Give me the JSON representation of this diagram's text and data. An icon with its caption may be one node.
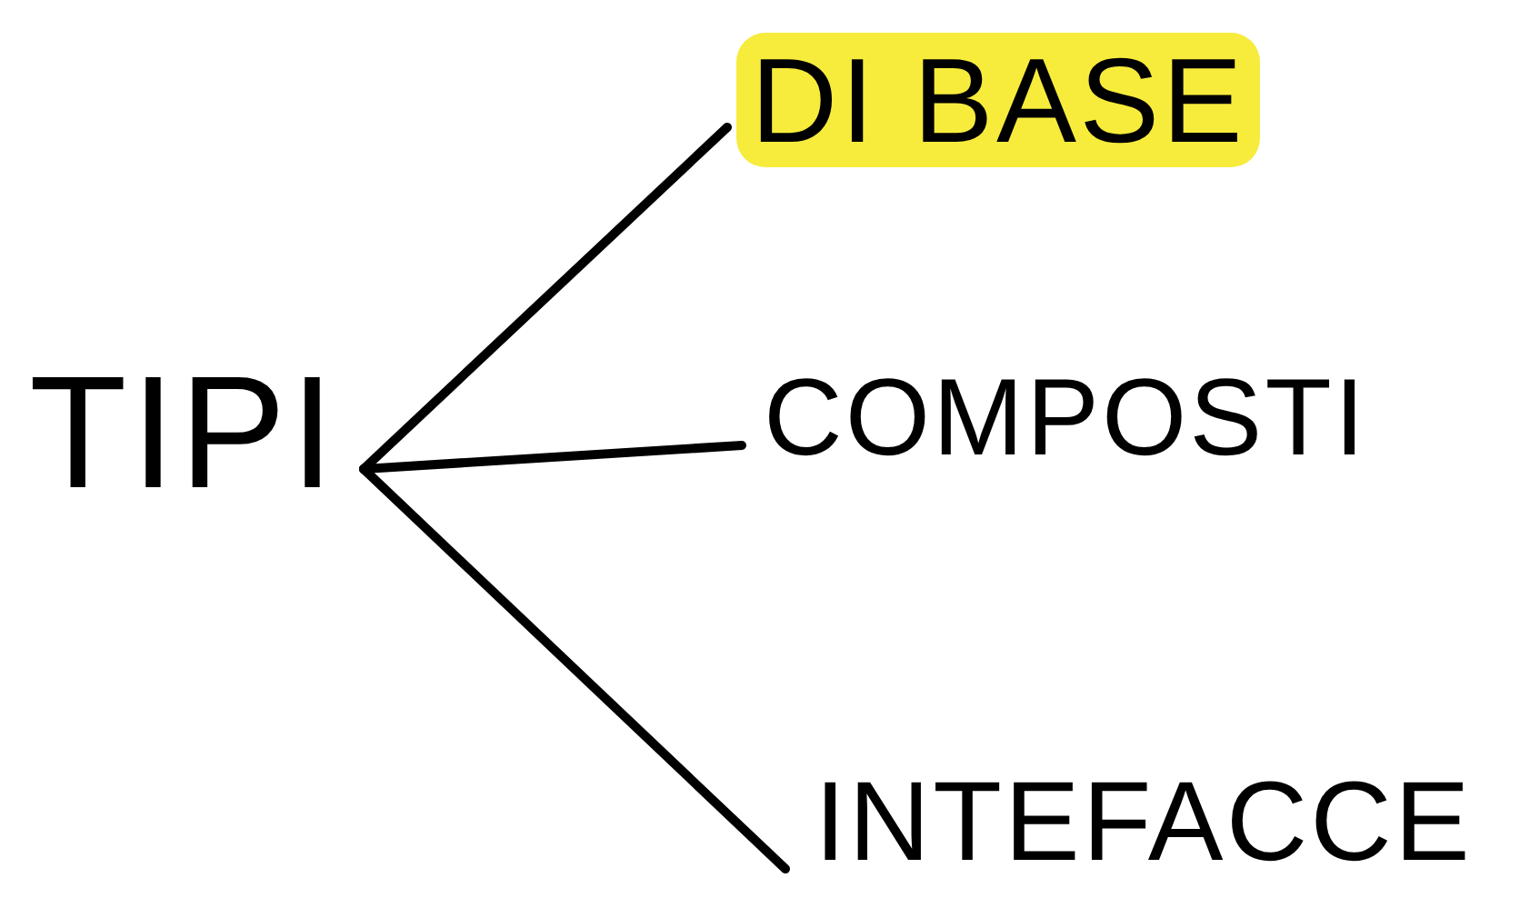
{
  "diagram": {
    "nodes": [
      {
        "text": [
          "TIPI"
        ]
      },
      {
        "text": [
          "DI BASE"
        ]
      },
      {
        "text": [
          "COMPOSTI"
        ]
      },
      {
        "text": [
          "INTEFACCE"
        ]
      }
    ],
    "edges": [
      {
        "from": 0,
        "to": 1,
        "arrow": "none"
      },
      {
        "from": 0,
        "to": 2,
        "arrow": "none"
      },
      {
        "from": 0,
        "to": 3,
        "arrow": "none"
      }
    ]
  }
}
